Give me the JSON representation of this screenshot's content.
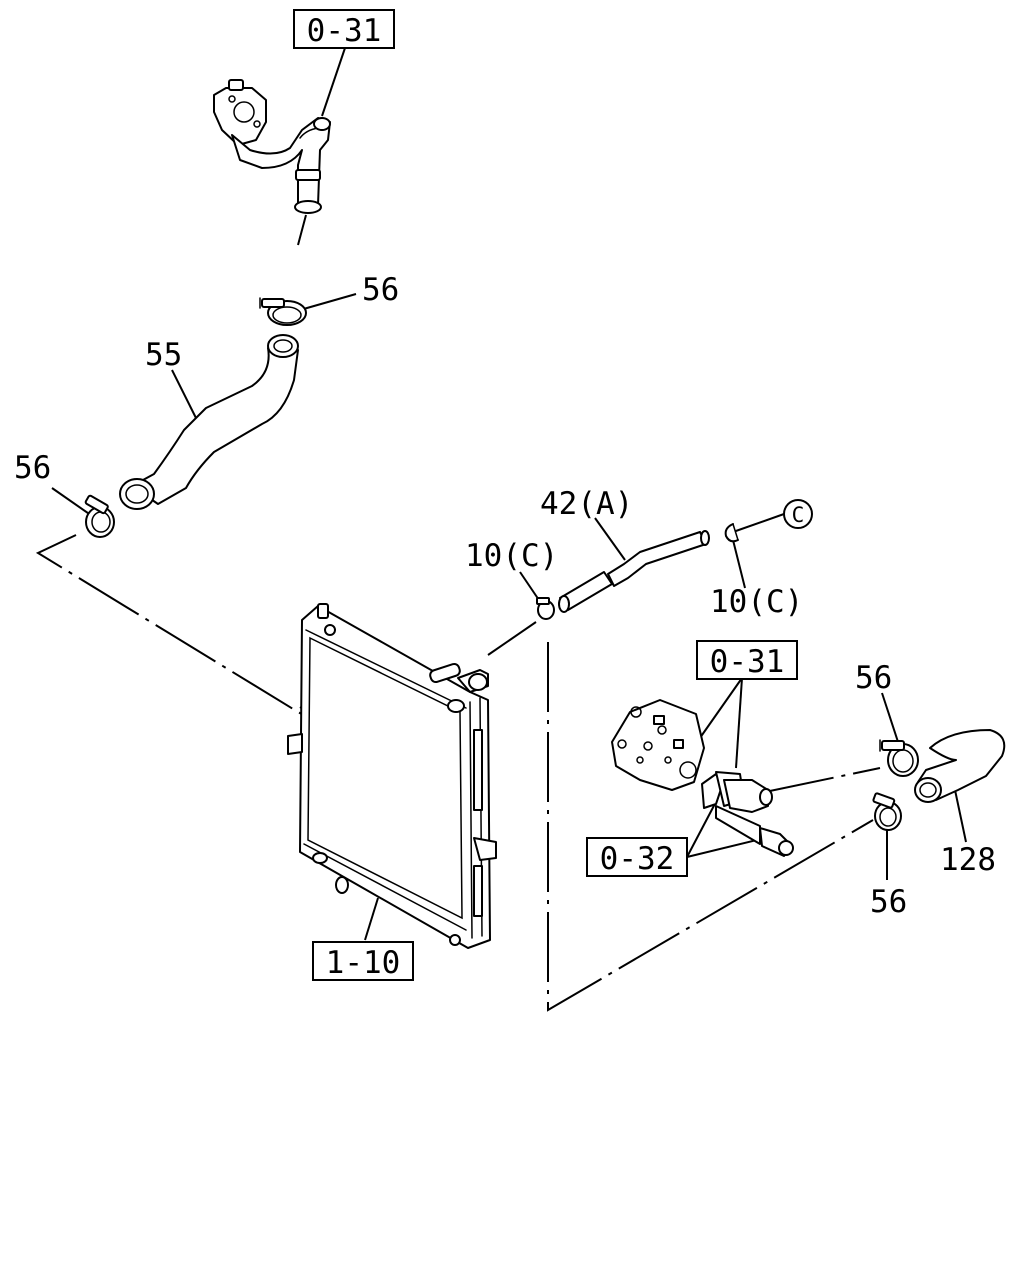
{
  "diagram": {
    "callouts": {
      "ref_top": "0-31",
      "clamp_upper": "56",
      "hose_upper": "55",
      "clamp_left": "56",
      "hose_small": "42(A)",
      "clip_left": "10(C)",
      "clip_right": "10(C)",
      "ref_circle": "C",
      "ref_pump": "0-31",
      "clamp_right_top": "56",
      "hose_right": "128",
      "ref_bottom": "0-32",
      "clamp_right_bottom": "56",
      "ref_radiator": "1-10"
    }
  }
}
